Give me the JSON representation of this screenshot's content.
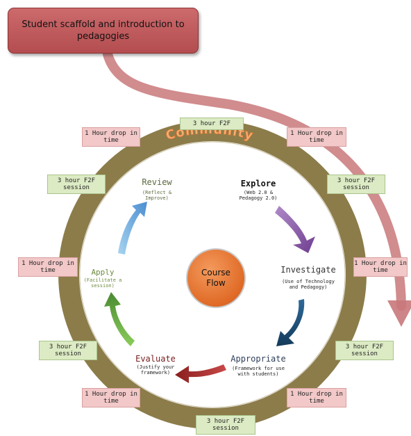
{
  "header_box": {
    "text": "Student scaffold and introduction to pedagogies"
  },
  "ring": {
    "label": "Community"
  },
  "center": {
    "line1": "Course",
    "line2": "Flow"
  },
  "stages": [
    {
      "title": "Explore",
      "subtitle_lines": [
        "(Web 2.0 &",
        "Pedagogy 2.0)"
      ],
      "color": "#111111"
    },
    {
      "title": "Investigate",
      "subtitle_lines": [
        "(Use of Technology",
        "and Pedagogy)"
      ],
      "color": "#333333"
    },
    {
      "title": "Appropriate",
      "subtitle_lines": [
        "(Framework for use",
        "with students)"
      ],
      "color": "#2f3f5a"
    },
    {
      "title": "Evaluate",
      "subtitle_lines": [
        "(Justify your",
        "framework)"
      ],
      "color": "#7a2020"
    },
    {
      "title": "Apply",
      "subtitle_lines": [
        "(Facilitate a",
        "session)"
      ],
      "color": "#6a8a3c"
    },
    {
      "title": "Review",
      "subtitle_lines": [
        "(Reflect &",
        "Improve)"
      ],
      "color": "#5a6a3c"
    }
  ],
  "tags": [
    {
      "lines": [
        "3 hour F2F"
      ],
      "kind": "green"
    },
    {
      "lines": [
        "1 Hour drop in",
        "time"
      ],
      "kind": "pink"
    },
    {
      "lines": [
        "1 Hour drop in",
        "time"
      ],
      "kind": "pink"
    },
    {
      "lines": [
        "3 hour F2F",
        "session"
      ],
      "kind": "green"
    },
    {
      "lines": [
        "3 hour F2F",
        "session"
      ],
      "kind": "green"
    },
    {
      "lines": [
        "1 Hour drop in",
        "time"
      ],
      "kind": "pink"
    },
    {
      "lines": [
        "1 Hour drop in",
        "time"
      ],
      "kind": "pink"
    },
    {
      "lines": [
        "3 hour F2F",
        "session"
      ],
      "kind": "green"
    },
    {
      "lines": [
        "3 hour F2F",
        "session"
      ],
      "kind": "green"
    },
    {
      "lines": [
        "1 Hour drop in",
        "time"
      ],
      "kind": "pink"
    },
    {
      "lines": [
        "1 Hour drop in",
        "time"
      ],
      "kind": "pink"
    },
    {
      "lines": [
        "3 hour F2F",
        "session"
      ],
      "kind": "green"
    }
  ],
  "colors": {
    "ring": "#8c7c4a",
    "arrow_purple": "#8a5aa8",
    "arrow_blue_dark": "#1e4e78",
    "arrow_red": "#b03030",
    "arrow_green": "#6aa84a",
    "arrow_light_blue": "#6aaee0",
    "swoop": "#c9787a"
  }
}
